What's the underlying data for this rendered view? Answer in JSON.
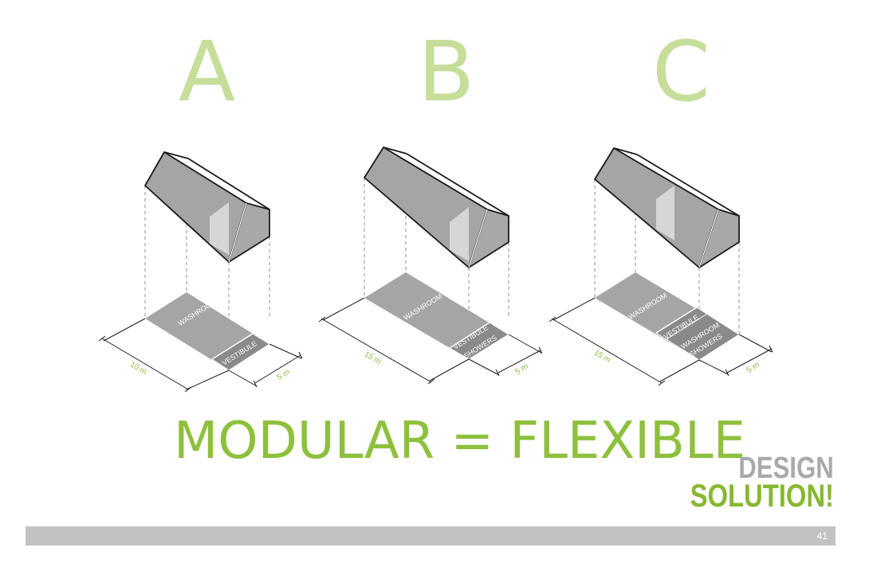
{
  "options": [
    {
      "letter": "A",
      "washroom": "WASHROOM",
      "vestibule": "VESTIBULE",
      "extra": [],
      "length": "10 m",
      "width": "5 m"
    },
    {
      "letter": "B",
      "washroom": "WASHROOM",
      "vestibule": "VESTIBULE",
      "extra": [
        "SHOWERS"
      ],
      "length": "15 m",
      "width": "5 m"
    },
    {
      "letter": "C",
      "washroom": "WASHROOM",
      "vestibule": "VESTIBULE",
      "extra": [
        "WASHROOM",
        "SHOWERS"
      ],
      "length": "15 m",
      "width": "5 m"
    }
  ],
  "headline": "MODULAR = FLEXIBLE",
  "tagline": {
    "line1": "DESIGN",
    "line2": "SOLUTION!"
  },
  "page_number": "41",
  "colors": {
    "letter_green": "#c6de9a",
    "headline_green": "#8dc03c",
    "tag_green": "#86b830",
    "tag_grey": "#a7a9ac",
    "module_grey": "#a5a5a5",
    "footer_grey": "#c2c2c2"
  }
}
